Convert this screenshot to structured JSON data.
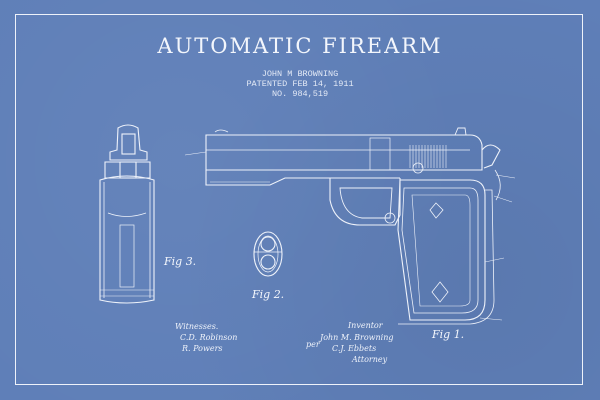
{
  "poster": {
    "title": "AUTOMATIC FIREARM",
    "inventor_line": "JOHN M BROWNING",
    "patent_line": "PATENTED FEB 14, 1911",
    "number_line": "NO. 984,519",
    "colors": {
      "background": "#5f7fb8",
      "ink": "#f3f6fc"
    }
  },
  "figures": {
    "fig1": "Fig 1.",
    "fig2": "Fig 2.",
    "fig3": "Fig 3."
  },
  "signatures": {
    "witnesses_label": "Witnesses.",
    "witness_1": "C.D. Robinson",
    "witness_2": "R. Powers",
    "inventor_label": "Inventor",
    "inventor_name": "John M. Browning",
    "per": "per",
    "attorney_name": "C.J. Ebbets",
    "attorney_label": "Attorney"
  }
}
